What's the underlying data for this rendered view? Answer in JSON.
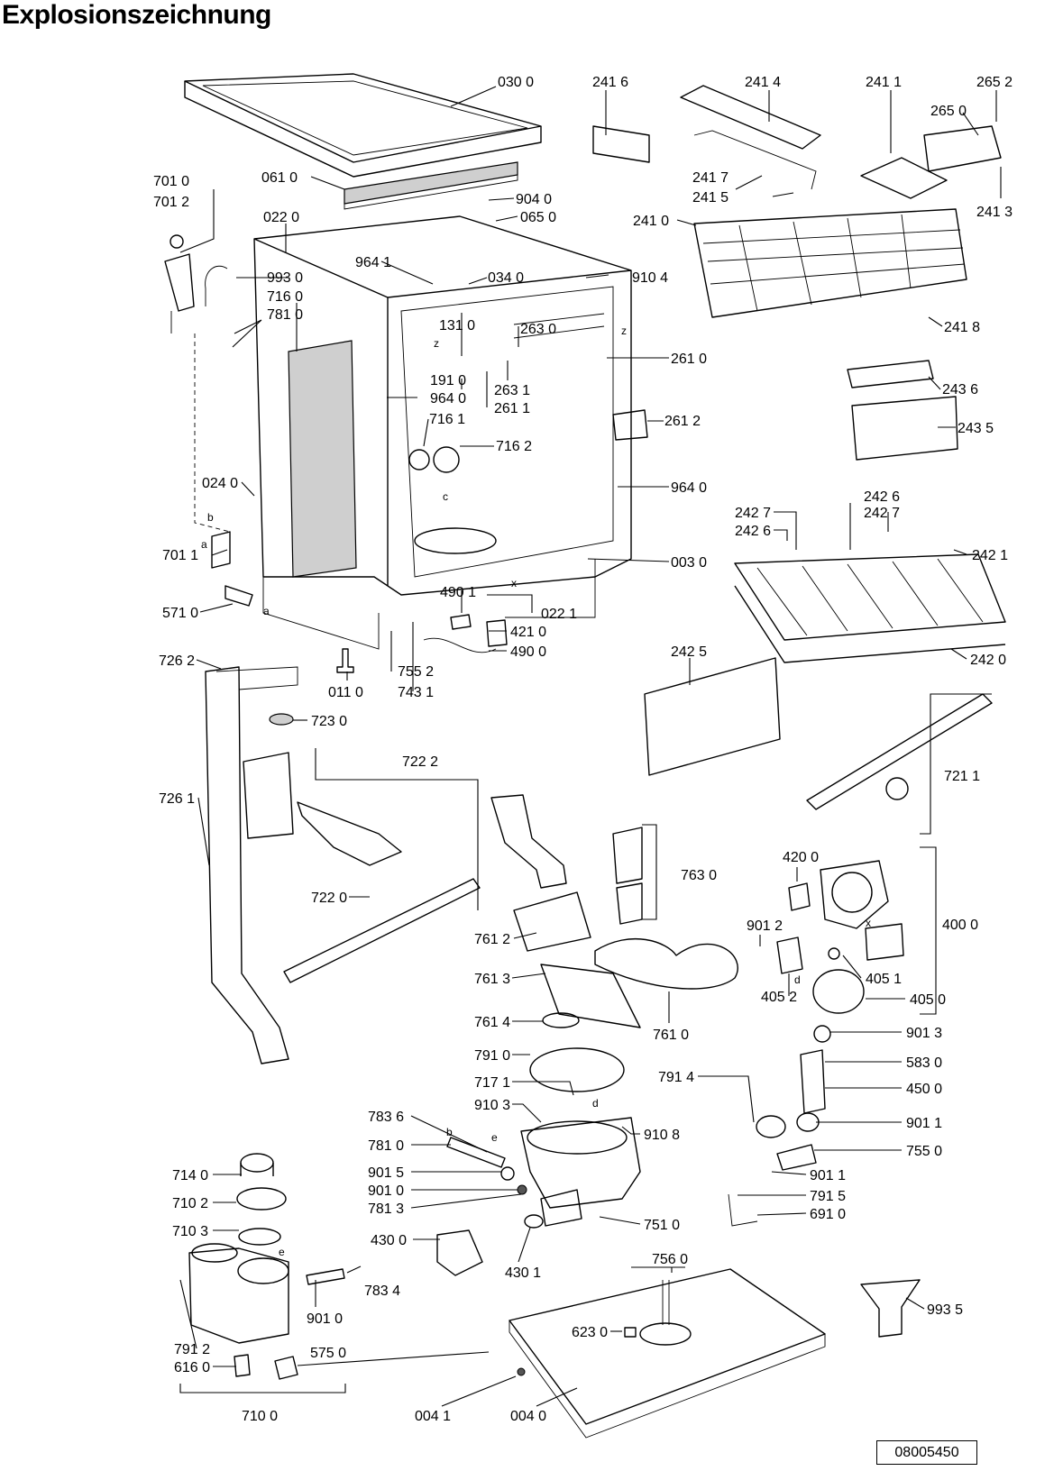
{
  "title": "Explosionszeichnung",
  "drawing_number": "08005450",
  "labels": {
    "p0300": "030 0",
    "p2416": "241 6",
    "p2414": "241 4",
    "p2411": "241 1",
    "p2652": "265 2",
    "p2650": "265 0",
    "p7010": "701 0",
    "p7012": "701 2",
    "p0610": "061 0",
    "p2417": "241 7",
    "p2415": "241 5",
    "p2413": "241 3",
    "p9040": "904 0",
    "p0650": "065 0",
    "p0220": "022 0",
    "p2410": "241 0",
    "p9641": "964 1",
    "p9930": "993 0",
    "p0340": "034 0",
    "p9104": "910 4",
    "p7160": "716 0",
    "p7810": "781 0",
    "p1310": "131 0",
    "p2630": "263 0",
    "p2418": "241 8",
    "p2610": "261 0",
    "p1910": "191 0",
    "p2631": "263 1",
    "p2436": "243 6",
    "p9640a": "964 0",
    "p2611": "261 1",
    "p7161": "716 1",
    "p2612": "261 2",
    "p2435": "243 5",
    "p7162": "716 2",
    "p0240": "024 0",
    "p9640b": "964 0",
    "p2426a": "242 6",
    "p2427a": "242 7",
    "p2427b": "242 7",
    "p2426b": "242 6",
    "p2421": "242 1",
    "p7011": "701 1",
    "p0030": "003 0",
    "p4901": "490 1",
    "p5710": "571 0",
    "p0221": "022 1",
    "p4210": "421 0",
    "p4900": "490 0",
    "p7262": "726 2",
    "p7552": "755 2",
    "p2420": "242 0",
    "p2425": "242 5",
    "p0110": "011 0",
    "p7431": "743 1",
    "p7230": "723 0",
    "p7222": "722 2",
    "p7211": "721 1",
    "p7261": "726 1",
    "p7630": "763 0",
    "p4200": "420 0",
    "p7220": "722 0",
    "p9012": "901 2",
    "p4000": "400 0",
    "p7612": "761 2",
    "p4051": "405 1",
    "p7613": "761 3",
    "p4052": "405 2",
    "p4050": "405 0",
    "p7614": "761 4",
    "p7610": "761 0",
    "p9013": "901 3",
    "p7910": "791 0",
    "p5830": "583 0",
    "p7914": "791 4",
    "p4500": "450 0",
    "p7171": "717 1",
    "p9103": "910 3",
    "p9011a": "901 1",
    "p7836": "783 6",
    "p9108": "910 8",
    "p7810b": "781 0",
    "p7550": "755 0",
    "p9015": "901 5",
    "p9011b": "901 1",
    "p7140": "714 0",
    "p9010a": "901 0",
    "p7915": "791 5",
    "p7102": "710 2",
    "p7813": "781 3",
    "p6910": "691 0",
    "p7510": "751 0",
    "p7103": "710 3",
    "p4300": "430 0",
    "p7560": "756 0",
    "p4301": "430 1",
    "p7834": "783 4",
    "p9935": "993 5",
    "p9010b": "901 0",
    "p5750": "575 0",
    "p7912": "791 2",
    "p6160": "616 0",
    "p6230": "623 0",
    "p0041": "004 1",
    "p0040": "004 0",
    "p7100": "710 0",
    "sa": "a",
    "sb": "b",
    "sa2": "a",
    "sb2": "b",
    "sz1": "z",
    "sz2": "z",
    "sc": "c",
    "sx": "x",
    "sx2": "x",
    "sd": "d",
    "sd2": "d",
    "se": "e",
    "se2": "e"
  }
}
